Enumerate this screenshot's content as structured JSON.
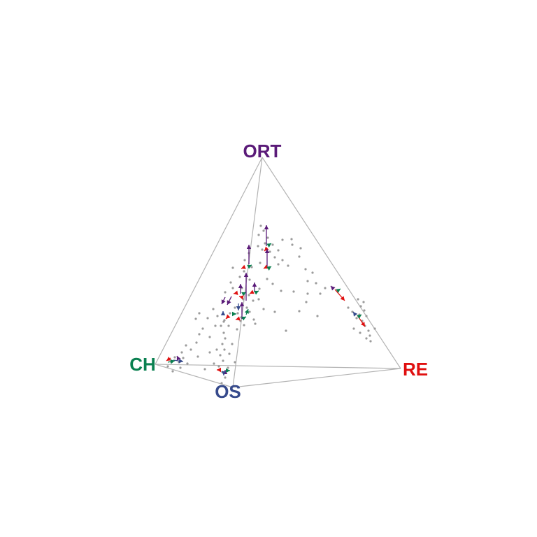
{
  "vertices": {
    "ort": {
      "label": "ORT",
      "color": "#5a1a78"
    },
    "re": {
      "label": "RE",
      "color": "#e01010"
    },
    "ch": {
      "label": "CH",
      "color": "#0a8050"
    },
    "os": {
      "label": "OS",
      "color": "#364a8c"
    }
  },
  "edge_color": "#b3b3b3",
  "point_color": "#9c9c9c"
}
